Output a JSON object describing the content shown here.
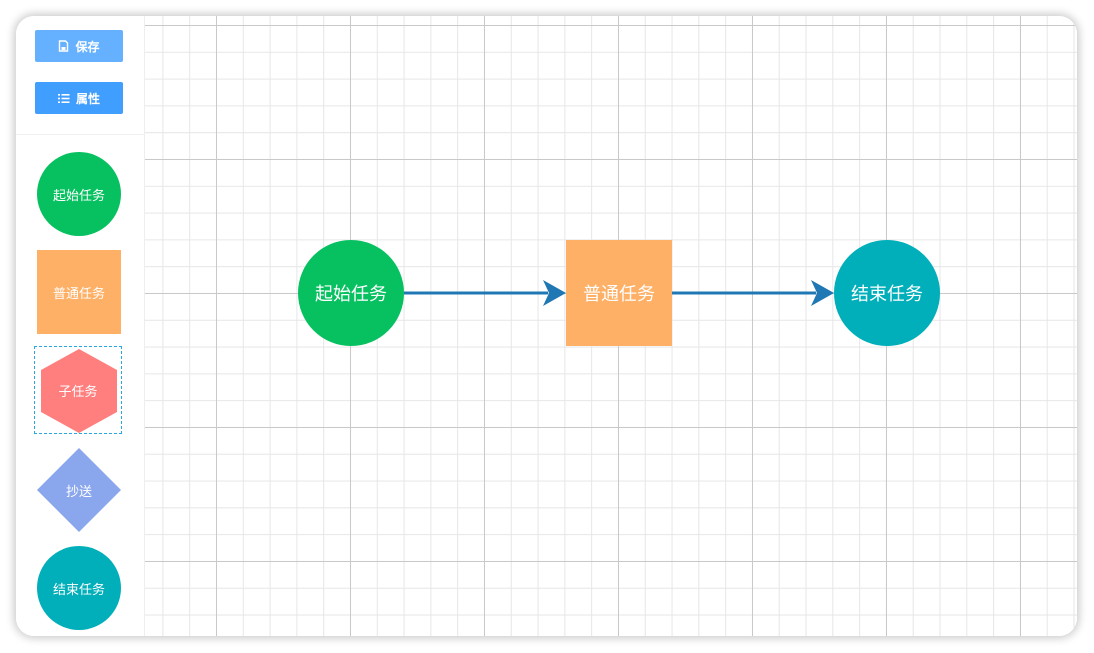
{
  "toolbar": {
    "save_label": "保存",
    "props_label": "属性"
  },
  "palette": {
    "start": "起始任务",
    "task": "普通任务",
    "subtask": "子任务",
    "cc": "抄送",
    "end": "结束任务"
  },
  "canvas": {
    "nodes": {
      "start": "起始任务",
      "task": "普通任务",
      "end": "结束任务"
    }
  },
  "colors": {
    "primary_button": "#409eff",
    "start": "#07c160",
    "task": "#feb066",
    "subtask": "#ff7f7f",
    "cc": "#8aa6ec",
    "end": "#00afba",
    "edge": "#1f78b4"
  }
}
